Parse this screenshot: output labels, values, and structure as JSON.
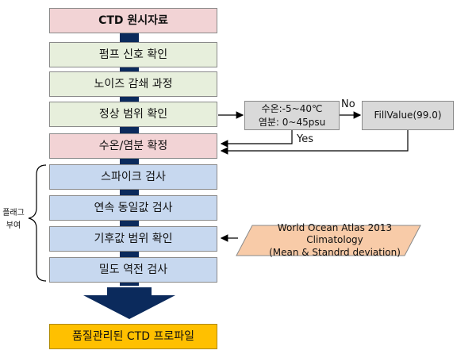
{
  "steps": {
    "raw": "CTD 원시자료",
    "pump": "펌프 신호 확인",
    "noise": "노이즈 감쇄 과정",
    "range": "정상 범위 확인",
    "confirm": "수온/염분 확정",
    "spike": "스파이크 검사",
    "continuity": "연속 동일값 검사",
    "climate": "기후값 범위 확인",
    "density": "밀도 역전 검사",
    "final": "품질관리된 CTD 프로파일"
  },
  "range_check": {
    "temp": "수온:-5~40℃",
    "salinity": "염분: 0~45psu"
  },
  "fill_value": "FillValue(99.0)",
  "labels": {
    "no": "No",
    "yes": "Yes"
  },
  "side_label": {
    "line1": "플래그",
    "line2": "부여"
  },
  "reference": {
    "line1": "World Ocean Atlas 2013 Climatology",
    "line2": "(Mean & Standrd deviation)"
  },
  "colors": {
    "raw": "#f2d3d5",
    "green": "#e7efdc",
    "blue": "#c7d8ef",
    "gray": "#d9d9d9",
    "reference": "#f8cba8",
    "final": "#ffc000",
    "connector": "#0b2a5c"
  }
}
